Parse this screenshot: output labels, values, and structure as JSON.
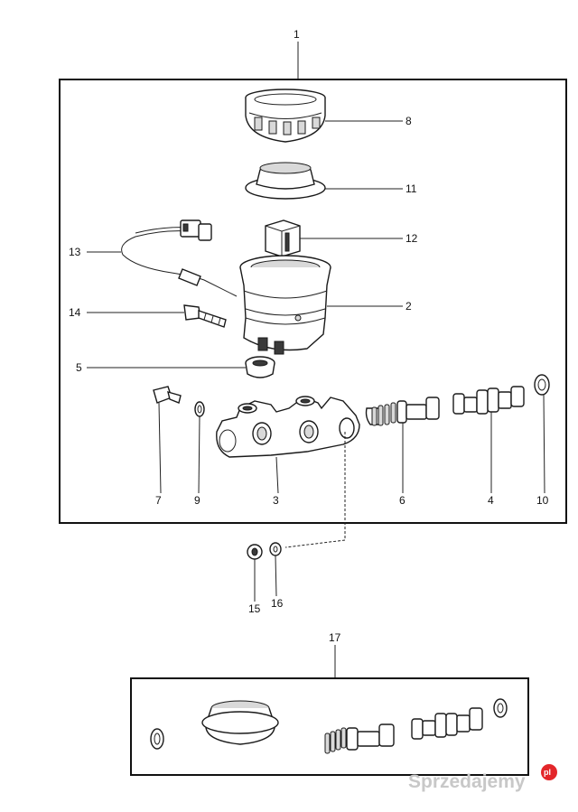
{
  "labels": {
    "l1": "1",
    "l2": "2",
    "l3": "3",
    "l4": "4",
    "l5": "5",
    "l6": "6",
    "l7": "7",
    "l8": "8",
    "l9": "9",
    "l10": "10",
    "l11": "11",
    "l12": "12",
    "l13": "13",
    "l14": "14",
    "l15": "15",
    "l16": "16",
    "l17": "17"
  },
  "watermark": {
    "text": "Sprzedajemy",
    "suffix": "pl",
    "color": "#c8c8c8",
    "dot_color": "#e3262a"
  }
}
